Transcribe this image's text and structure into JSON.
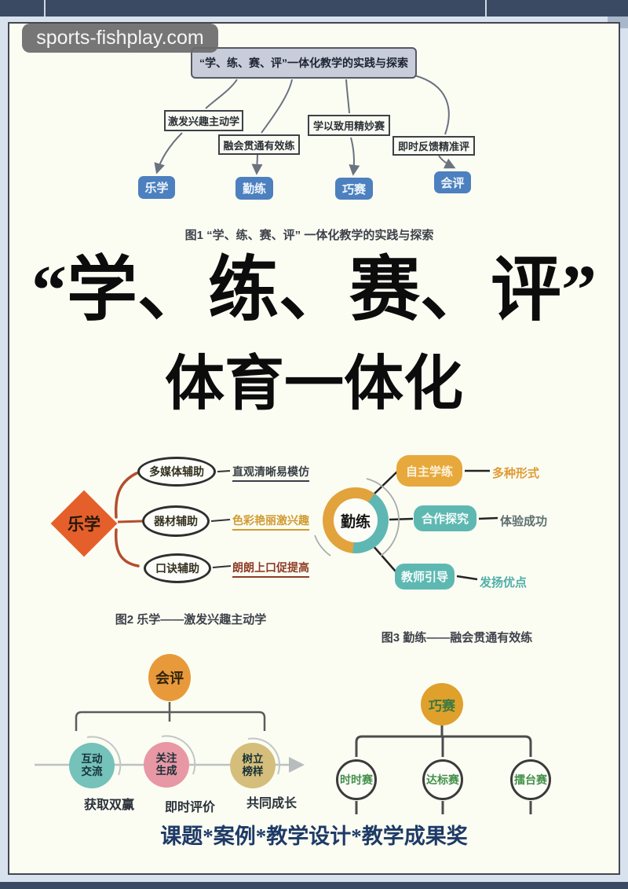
{
  "frame": {
    "watermark": "sports-fishplay.com"
  },
  "fig1": {
    "root": "“学、练、赛、评”一体化教学的实践与探索",
    "branches": [
      "激发兴趣主动学",
      "融会贯通有效练",
      "学以致用精妙赛",
      "即时反馈精准评"
    ],
    "leaves": [
      "乐学",
      "勤练",
      "巧赛",
      "会评"
    ],
    "caption": "图1 “学、练、赛、评” 一体化教学的实践与探索"
  },
  "title": {
    "line1": "“学、练、赛、评”",
    "line2": "体育一体化"
  },
  "fig2": {
    "root": "乐学",
    "nodes": [
      "多媒体辅助",
      "器材辅助",
      "口诀辅助"
    ],
    "labels": [
      "直观清晰易模仿",
      "色彩艳丽激兴趣",
      "朗朗上口促提高"
    ],
    "caption": "图2 乐学——激发兴趣主动学"
  },
  "fig3": {
    "root": "勤练",
    "nodes": [
      "自主学练",
      "合作探究",
      "教师引导"
    ],
    "labels": [
      "多种形式",
      "体验成功",
      "发扬优点"
    ],
    "caption": "图3 勤练——融会贯通有效练"
  },
  "fig4": {
    "root": "会评",
    "nodes": [
      "互动交流",
      "关注生成",
      "树立榜样"
    ],
    "labels": [
      "获取双赢",
      "即时评价",
      "共同成长"
    ]
  },
  "fig5": {
    "root": "巧赛",
    "nodes": [
      "时时赛",
      "达标赛",
      "擂台赛"
    ]
  },
  "footer": "课题*案例*教学设计*教学成果奖",
  "colors": {
    "frame_bar": "#3b4a63",
    "outer_bg": "#d8e2ef",
    "page_bg": "#fbfdf3",
    "fig1_leaf_blue": "#4c80bf",
    "fig2_diamond_orange": "#e55f2b",
    "fig3_orange": "#e7a83c",
    "fig3_teal": "#5eb8b2",
    "fig4_root_orange": "#e89a3b",
    "fig4_teal": "#74c2ba",
    "fig4_pink": "#e897a5",
    "fig4_tan": "#d5be7b",
    "fig5_orange": "#e0a02c",
    "fig5_green_text": "#44904a",
    "footer_navy": "#1e3a66"
  }
}
